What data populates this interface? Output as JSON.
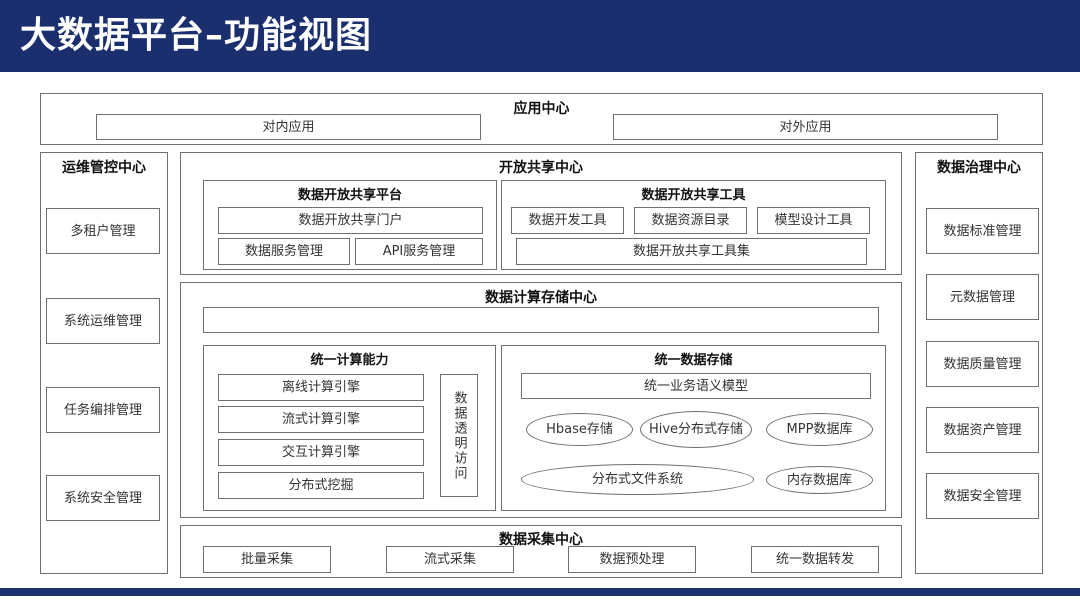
{
  "header": {
    "title": "大数据平台–功能视图"
  },
  "app_center": {
    "title": "应用中心",
    "items": [
      "对内应用",
      "对外应用"
    ]
  },
  "ops_center": {
    "title": "运维管控中心",
    "items": [
      "多租户管理",
      "系统运维管理",
      "任务编排管理",
      "系统安全管理"
    ]
  },
  "governance_center": {
    "title": "数据治理中心",
    "items": [
      "数据标准管理",
      "元数据管理",
      "数据质量管理",
      "数据资产管理",
      "数据安全管理"
    ]
  },
  "open_share_center": {
    "title": "开放共享中心",
    "platform": {
      "title": "数据开放共享平台",
      "portal": "数据开放共享门户",
      "service_mgmt": "数据服务管理",
      "api_mgmt": "API服务管理"
    },
    "tools": {
      "title": "数据开放共享工具",
      "dev_tool": "数据开发工具",
      "catalog": "数据资源目录",
      "model_tool": "模型设计工具",
      "toolset": "数据开放共享工具集"
    }
  },
  "compute_storage_center": {
    "title": "数据计算存储中心",
    "compute": {
      "title": "统一计算能力",
      "items": [
        "离线计算引擎",
        "流式计算引擎",
        "交互计算引擎",
        "分布式挖掘"
      ],
      "transparent_access": "数据透明访问"
    },
    "storage": {
      "title": "统一数据存储",
      "semantic_model": "统一业务语义模型",
      "hbase": "Hbase存储",
      "hive": "Hive分布式存储",
      "mpp": "MPP数据库",
      "dfs": "分布式文件系统",
      "memdb": "内存数据库"
    }
  },
  "collection_center": {
    "title": "数据采集中心",
    "items": [
      "批量采集",
      "流式采集",
      "数据预处理",
      "统一数据转发"
    ]
  }
}
